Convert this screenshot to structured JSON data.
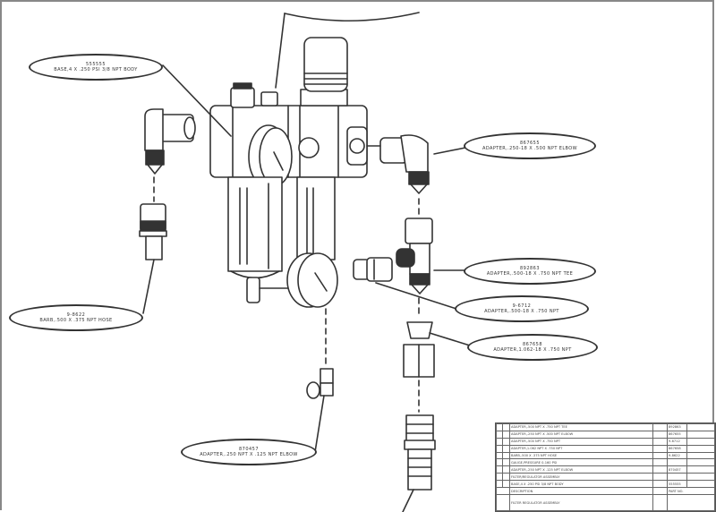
{
  "drawing": {
    "type": "exploded-assembly",
    "subject": "filter-regulator-lubricator assembly with fittings and gauges"
  },
  "callouts": [
    {
      "id": "c1",
      "part_number": "555555",
      "description": "BASE,4 X .250 PSI 3/8 NPT BODY"
    },
    {
      "id": "c2",
      "part_number": "867655",
      "description": "ADAPTER,.250-18 X .500 NPT ELBOW"
    },
    {
      "id": "c3",
      "part_number": "892863",
      "description": "ADAPTER,.500-18 X .750 NPT TEE"
    },
    {
      "id": "c4",
      "part_number": "9-6712",
      "description": "ADAPTER,.500-18 X .750 NPT"
    },
    {
      "id": "c5",
      "part_number": "867658",
      "description": "ADAPTER,1.062-18 X .750 NPT"
    },
    {
      "id": "c6",
      "part_number": "9-8622",
      "description": "BARB,.500 X .375 NPT HOSE"
    },
    {
      "id": "c7",
      "part_number": "870457",
      "description": "ADAPTER,.250 NPT X .125 NPT ELBOW"
    }
  ],
  "bom": {
    "rows": [
      [
        "",
        "",
        "ADAPTER,.500 NPT X .750 NPT TEE",
        "",
        "892863",
        ""
      ],
      [
        "",
        "",
        "ADAPTER,.250 NPT X .500 NPT ELBOW",
        "",
        "867655",
        ""
      ],
      [
        "",
        "",
        "ADAPTER,.500 NPT X .750 NPT",
        "",
        "9-6712",
        ""
      ],
      [
        "",
        "",
        "ADAPTER,1.062 NPT X .750 NPT",
        "",
        "867658",
        ""
      ],
      [
        "",
        "",
        "BARB,.500 X .375 NPT HOSE",
        "",
        "9-8622",
        ""
      ],
      [
        "",
        "",
        "GAUGE,PRESSURE 0-160 PSI",
        "",
        "",
        ""
      ],
      [
        "",
        "",
        "ADAPTER,.250 NPT X .125 NPT ELBOW",
        "",
        "870457",
        ""
      ],
      [
        "",
        "",
        "FILTER/REGULATOR ASSEMBLY",
        "",
        "",
        ""
      ],
      [
        "",
        "",
        "BASE,4 X .250 PSI 3/8 NPT BODY",
        "",
        "555555",
        ""
      ]
    ],
    "header_row": [
      "",
      "DESCRIPTION",
      "",
      "PART NO."
    ],
    "title_block": [
      "",
      "FILTER REGULATOR ASSEMBLY",
      "",
      ""
    ]
  }
}
